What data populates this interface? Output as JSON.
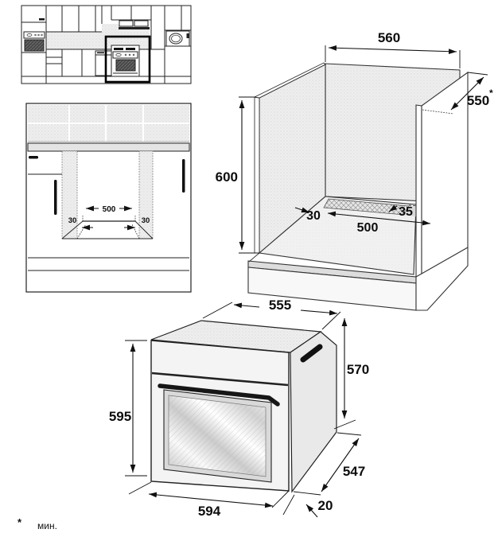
{
  "colors": {
    "line": "#1a1a1a",
    "panel_fill": "#eeeeee",
    "dark_fill": "#474747"
  },
  "cabinet_front_view": {
    "cutout_width": "500",
    "side_gap_left": "30",
    "side_gap_right": "30"
  },
  "niche_view": {
    "niche_width": "560",
    "niche_depth": "550",
    "niche_depth_note_marker": "*",
    "niche_height": "600",
    "vent_gap": "30",
    "vent_cutout_length": "500",
    "vent_cutout_width": "35"
  },
  "oven_view": {
    "top_depth": "555",
    "body_height": "570",
    "front_height": "595",
    "front_width": "594",
    "body_depth": "547",
    "front_frame_depth": "20"
  },
  "footnote": {
    "marker": "*",
    "text": "мин."
  }
}
